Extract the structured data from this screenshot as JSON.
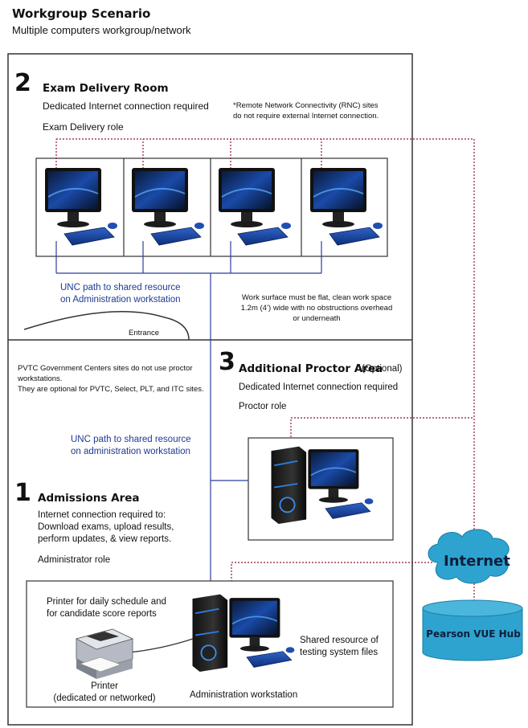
{
  "title": "Workgroup Scenario",
  "subtitle": "Multiple computers workgroup/network",
  "exam_room": {
    "number": "2",
    "heading": "Exam Delivery Room",
    "connection": "Dedicated Internet connection required",
    "role": "Exam Delivery role",
    "rnc_note_1": "*Remote Network Connectivity (RNC) sites",
    "rnc_note_2": "do not require external Internet connection.",
    "unc_line_1": "UNC path to shared resource",
    "unc_line_2": "on Administration workstation",
    "work_surface_1": "Work surface must be flat, clean work space",
    "work_surface_2": "1.2m (4’) wide with no obstructions overhead",
    "work_surface_3": "or underneath",
    "entrance": "Entrance"
  },
  "pvtc_note": {
    "line1": "PVTC Government Centers sites do not use proctor",
    "line2": "workstations.",
    "line3": "They are optional for PVTC, Select, PLT, and ITC sites."
  },
  "proctor_area": {
    "number": "3",
    "heading": "Additional Proctor Area",
    "optional": "(Optional)",
    "connection": "Dedicated Internet connection required",
    "role": "Proctor role"
  },
  "unc_admin": {
    "line1": "UNC path to shared resource",
    "line2": "on administration workstation"
  },
  "admissions": {
    "number": "1",
    "heading": "Admissions Area",
    "line1": "Internet connection required to:",
    "line2": "Download exams, upload results,",
    "line3": "perform updates, & view reports.",
    "role": "Administrator role"
  },
  "printer_note": {
    "line1": "Printer for daily schedule and",
    "line2": "for candidate score reports"
  },
  "printer_label": {
    "line1": "Printer",
    "line2": "(dedicated or networked)"
  },
  "shared_resource": {
    "line1": "Shared resource of",
    "line2": "testing system files"
  },
  "admin_workstation": "Administration workstation",
  "internet": "Internet",
  "hub": "Pearson VUE Hub",
  "colors": {
    "network_line": "#2b3f9e",
    "internet_line": "#8b1a2b",
    "cloud": "#2ea3cf",
    "hub": "#2ea3cf"
  }
}
